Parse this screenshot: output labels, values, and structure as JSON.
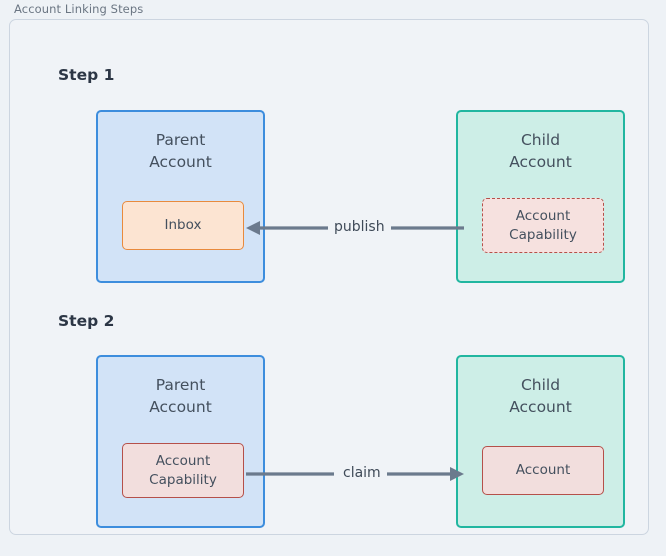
{
  "panel": {
    "title": "Account Linking Steps"
  },
  "colors": {
    "background": "#eef2f6",
    "panel_bg": "#f0f3f7",
    "panel_border": "#ccd5e0",
    "parent_fill": "#d2e3f7",
    "parent_border": "#3d8ddd",
    "child_fill": "#cdeee7",
    "child_border": "#21b6a0",
    "inbox_fill": "#fce4d2",
    "inbox_border": "#e88a3d",
    "capability_fill": "#f6e1df",
    "capability_border": "#b5504a",
    "arrow": "#6b7a8d",
    "text": "#44505e",
    "heading": "#2c3645",
    "title_text": "#6b7683"
  },
  "steps": [
    {
      "label": "Step 1",
      "parent": {
        "title": "Parent\nAccount",
        "inner": {
          "label": "Inbox",
          "style": "solid-orange"
        }
      },
      "child": {
        "title": "Child\nAccount",
        "inner": {
          "label": "Account\nCapability",
          "style": "dashed-red"
        }
      },
      "edge": {
        "label": "publish",
        "direction": "right-to-left",
        "from": "child.account-capability",
        "to": "parent.inbox"
      }
    },
    {
      "label": "Step 2",
      "parent": {
        "title": "Parent\nAccount",
        "inner": {
          "label": "Account\nCapability",
          "style": "solid-red"
        }
      },
      "child": {
        "title": "Child\nAccount",
        "inner": {
          "label": "Account",
          "style": "solid-red"
        }
      },
      "edge": {
        "label": "claim",
        "direction": "left-to-right",
        "from": "parent.account-capability",
        "to": "child.account"
      }
    }
  ]
}
